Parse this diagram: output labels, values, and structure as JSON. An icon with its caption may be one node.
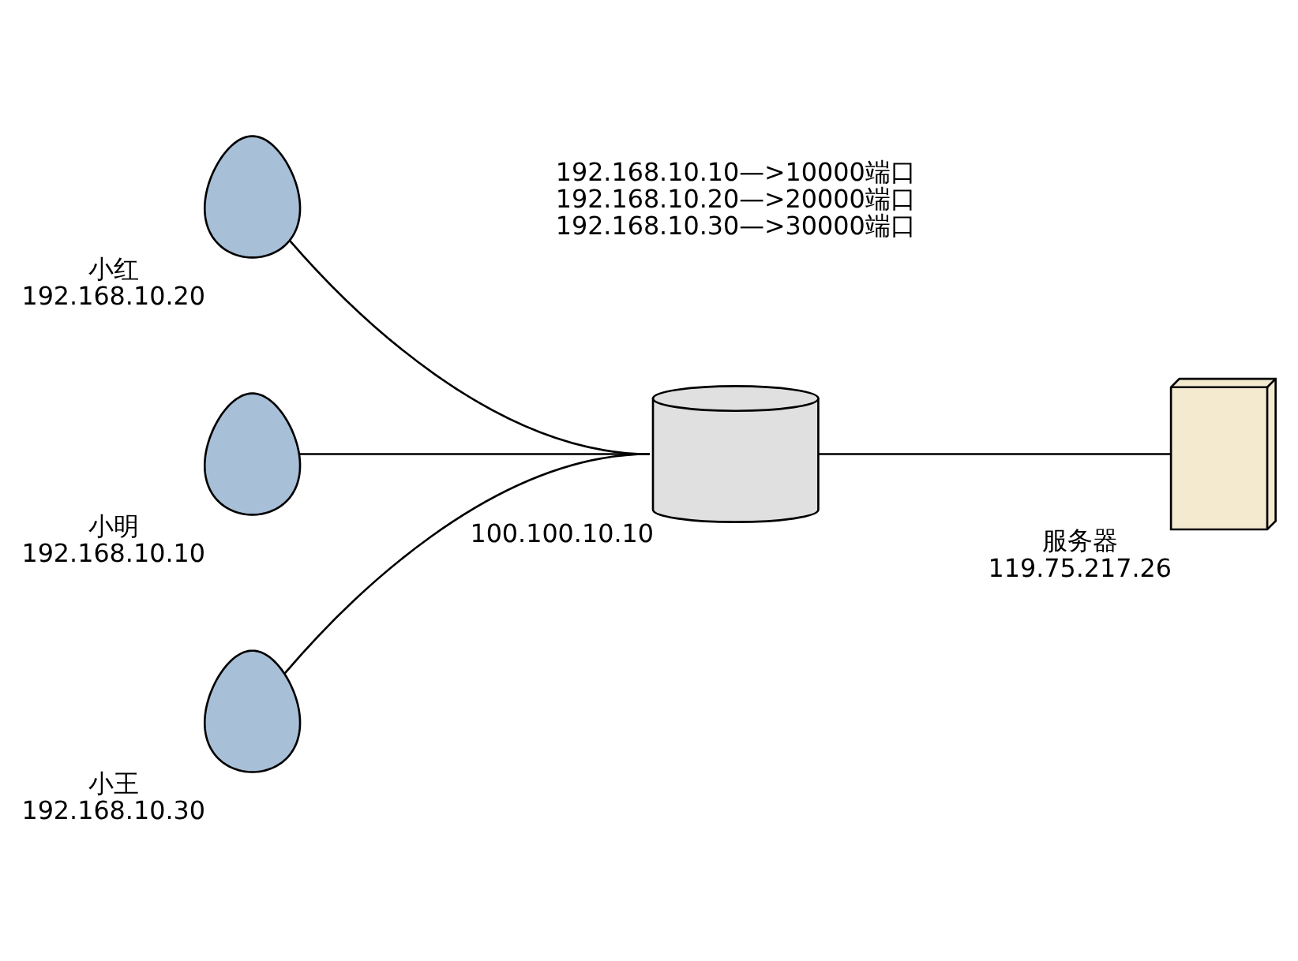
{
  "diagram": {
    "nodes": [
      {
        "text": [],
        "shape": "person",
        "beside": [
          "小红",
          "192.168.10.20"
        ]
      },
      {
        "text": [],
        "shape": "person",
        "beside": [
          "小明",
          "192.168.10.10"
        ]
      },
      {
        "text": [],
        "shape": "person",
        "beside": [
          "小王",
          "192.168.10.30"
        ]
      },
      {
        "text": [],
        "shape": "cylinder",
        "beside": [
          "192.168.10.10—>10000端口",
          "192.168.10.20—>20000端口",
          "192.168.10.30—>30000端口",
          "100.100.10.10"
        ]
      },
      {
        "text": [],
        "shape": "box",
        "beside": [
          "服务器",
          "119.75.217.26"
        ]
      }
    ],
    "edges": [
      {
        "from": 0,
        "to": 3,
        "arrow": "none"
      },
      {
        "from": 1,
        "to": 3,
        "arrow": "none"
      },
      {
        "from": 2,
        "to": 3,
        "arrow": "none"
      },
      {
        "from": 3,
        "to": 4,
        "arrow": "none"
      }
    ]
  }
}
